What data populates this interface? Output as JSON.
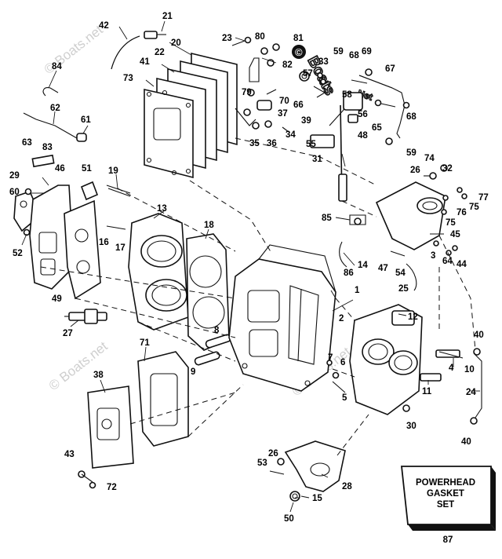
{
  "watermarks": [
    "© Boats.net",
    "© Boats.net",
    "© Boats.net"
  ],
  "stamp": "©BoatsNet",
  "kit": {
    "lines": [
      "POWERHEAD",
      "GASKET",
      "SET"
    ],
    "ref": "87"
  },
  "callouts": [
    "21",
    "42",
    "23",
    "80",
    "81",
    "20",
    "22",
    "41",
    "73",
    "84",
    "62",
    "63",
    "61",
    "83",
    "29",
    "60",
    "46",
    "51",
    "19",
    "52",
    "13",
    "18",
    "16",
    "17",
    "49",
    "27",
    "79",
    "82",
    "70",
    "66",
    "37",
    "35",
    "36",
    "34",
    "33",
    "59",
    "68",
    "69",
    "57",
    "58",
    "56",
    "67",
    "39",
    "55",
    "48",
    "65",
    "31",
    "68",
    "59",
    "74",
    "26",
    "32",
    "77",
    "76",
    "75",
    "75",
    "85",
    "45",
    "14",
    "47",
    "54",
    "3",
    "64",
    "44",
    "86",
    "25",
    "1",
    "12",
    "2",
    "8",
    "9",
    "7",
    "6",
    "5",
    "4",
    "10",
    "40",
    "11",
    "24",
    "71",
    "38",
    "43",
    "72",
    "26",
    "53",
    "28",
    "15",
    "50",
    "30",
    "40"
  ]
}
